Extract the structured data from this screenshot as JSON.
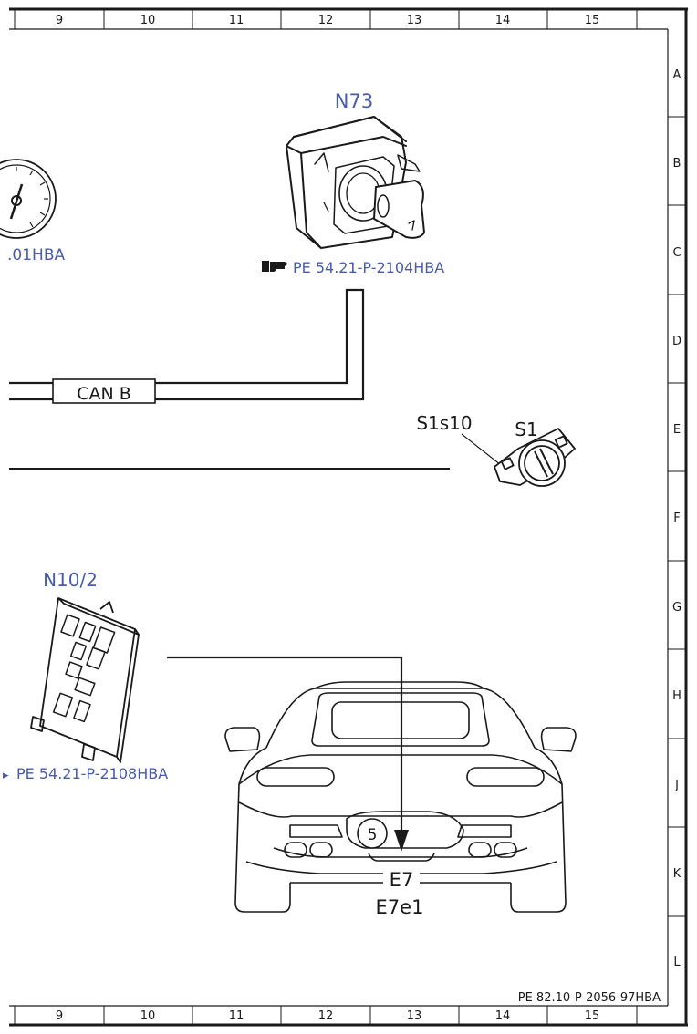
{
  "frame": {
    "columns": [
      "9",
      "10",
      "11",
      "12",
      "13",
      "14",
      "15"
    ],
    "rows": [
      "A",
      "B",
      "C",
      "D",
      "E",
      "F",
      "G",
      "H",
      "J",
      "K",
      "L"
    ]
  },
  "components": {
    "gauge": {
      "ref_fragment": ".01HBA"
    },
    "n73": {
      "code": "N73",
      "ref": "PE 54.21-P-2104HBA"
    },
    "can_label": "CAN B",
    "s1": {
      "code": "S1",
      "sub_code": "S1s10"
    },
    "n10_2": {
      "code": "N10/2",
      "ref": "PE 54.21-P-2108HBA"
    },
    "car": {
      "callout": "5",
      "label_1": "E7",
      "label_2": "E7e1"
    }
  },
  "footer": {
    "document_ref": "PE 82.10-P-2056-97HBA"
  },
  "colors": {
    "reference_blue": "#4a5ba8",
    "line": "#1a1a1a"
  }
}
